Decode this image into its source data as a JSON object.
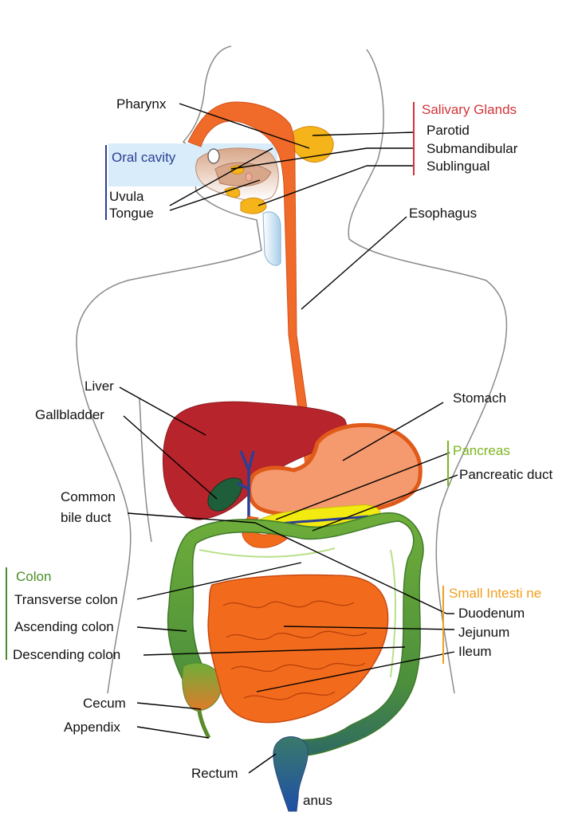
{
  "groups": {
    "salivary": {
      "title": "Salivary Glands",
      "color": "#d3343a",
      "items": [
        "Parotid",
        "Submandibular",
        "Sublingual"
      ]
    },
    "oral": {
      "title": "Oral cavity",
      "color": "#2b3f95",
      "items": [
        "Uvula",
        "Tongue"
      ]
    },
    "pancreas": {
      "title": "Pancreas",
      "color": "#7ab51d",
      "items": [
        "Pancreatic duct"
      ]
    },
    "colon": {
      "title": "Colon",
      "color": "#4a8c26",
      "items": [
        "Transverse colon",
        "Ascending colon",
        "Descending colon"
      ]
    },
    "small_intestine": {
      "title": "Small Intesti ne",
      "color": "#f0a01e",
      "items": [
        "Duodenum",
        "Jejunum",
        "Ileum"
      ]
    }
  },
  "labels": {
    "pharynx": "Pharynx",
    "esophagus": "Esophagus",
    "liver": "Liver",
    "gallbladder": "Gallbladder",
    "stomach": "Stomach",
    "common_bile_duct_1": "Common",
    "common_bile_duct_2": "bile duct",
    "cecum": "Cecum",
    "appendix": "Appendix",
    "rectum": "Rectum",
    "anus": "anus"
  },
  "colors": {
    "esophagus": "#f06a2a",
    "liver": "#b8242c",
    "stomach": "#f59a6e",
    "gallbladder": "#1f5e3a",
    "bile_duct": "#2b3f95",
    "pancreas": "#f2ea10",
    "colon": "#6fae3a",
    "small_intestine": "#f26b1d",
    "salivary": "#f4b41a",
    "rectum": "#2f5e9e",
    "body_outline": "#8a8a8a"
  }
}
